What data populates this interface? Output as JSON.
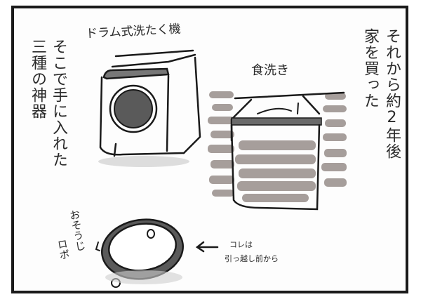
{
  "panel": {
    "narration_right": [
      "それから約2年後",
      "家を買った"
    ],
    "narration_left": [
      "そこで手に入れた",
      "三種の神器"
    ]
  },
  "labels": {
    "washer": "ドラム式洗たく機",
    "dishwasher": "食洗き",
    "robot_vacuum_line1": "おそうじ",
    "robot_vacuum_line2": "ロボ",
    "note_line1": "コレは",
    "note_line2": "引っ越し前から"
  },
  "colors": {
    "ink": "#1a1a1a",
    "shade": "#8a7f7b",
    "drum": "#555555",
    "paper": "#fdfdfd"
  }
}
